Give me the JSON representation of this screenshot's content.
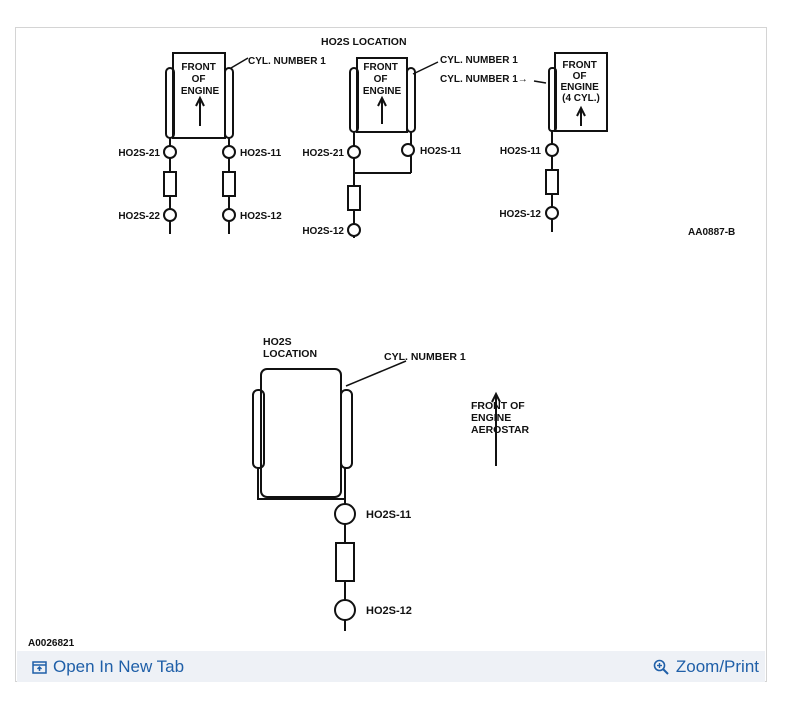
{
  "diagram": {
    "top_title": "HO2S LOCATION",
    "front_of_engine": [
      "FRONT",
      "OF",
      "ENGINE"
    ],
    "front_of_engine_4cyl": [
      "FRONT",
      "OF",
      "ENGINE",
      "(4 CYL.)"
    ],
    "cyl_number_1": "CYL. NUMBER 1",
    "cyl_number_1_arrow": "CYL. NUMBER 1→",
    "sensors": {
      "ho2s_11": "HO2S-11",
      "ho2s_12": "HO2S-12",
      "ho2s_21": "HO2S-21",
      "ho2s_22": "HO2S-22"
    },
    "ref_top": "AA0887-B",
    "bottom_title": [
      "HO2S",
      "LOCATION"
    ],
    "front_of_engine_aerostar": [
      "FRONT OF",
      "ENGINE",
      "AEROSTAR"
    ],
    "ref_bottom": "A0026821"
  },
  "toolbar": {
    "open_new_tab": "Open In New Tab",
    "zoom_print": "Zoom/Print",
    "open_icon": "open-in-new-tab-icon",
    "zoom_icon": "zoom-in-icon",
    "link_color": "#1f5fa8"
  }
}
